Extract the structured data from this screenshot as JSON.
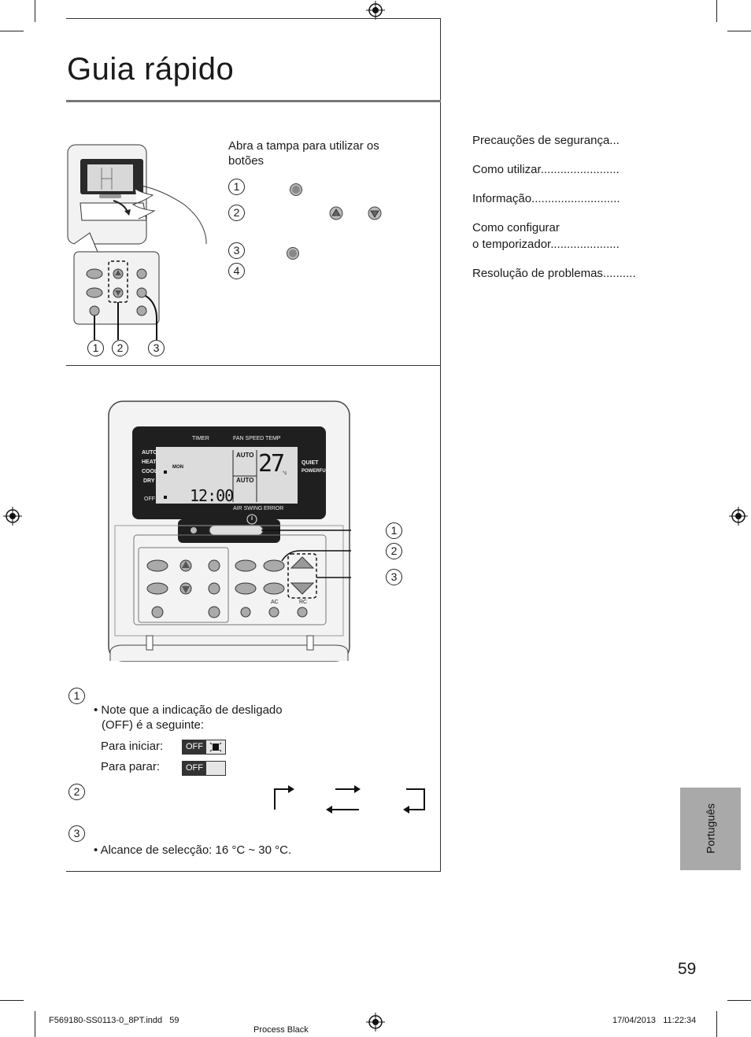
{
  "header": {
    "title": "Guia rápido"
  },
  "intro": {
    "instruction": "Abra a tampa para utilizar os botões",
    "steps": [
      "1",
      "2",
      "3",
      "4"
    ]
  },
  "small_diagram_labels": [
    "1",
    "2",
    "3"
  ],
  "toc": {
    "items": [
      "Precauções de segurança...",
      "Como utilizar........................",
      "Informação...........................",
      "Como configurar",
      "o temporizador.....................",
      "Resolução de problemas.........."
    ]
  },
  "remote": {
    "lcd": {
      "top_labels": [
        "TIMER",
        "FAN SPEED",
        "TEMP"
      ],
      "modes": [
        "AUTO",
        "HEAT",
        "COOL",
        "DRY",
        "OFF"
      ],
      "mon": "MON",
      "fan_auto_top": "AUTO",
      "fan_auto_bottom": "AUTO",
      "temp": "27",
      "temp_unit": "°c",
      "quiet": "QUIET",
      "powerful": "POWERFUL",
      "time": "12:00",
      "bottom_labels": [
        "AIR SWING",
        "ERROR"
      ]
    },
    "key_labels": [
      "AC",
      "RC"
    ],
    "callouts": [
      "1",
      "2",
      "3"
    ]
  },
  "notes": {
    "n1": "1",
    "n1_bullet_line1": "• Note que a indicação de desligado",
    "n1_bullet_line2": "(OFF) é a seguinte:",
    "start_label": "Para iniciar:",
    "stop_label": "Para parar:",
    "off_label": "OFF",
    "n2": "2",
    "n3": "3",
    "n3_bullet": "• Alcance de selecção: 16 °C ~ 30 °C."
  },
  "side_tab": {
    "language": "Português"
  },
  "page_number": "59",
  "footer": {
    "file": "F569180-SS0113-0_8PT.indd   59",
    "process": "Process Black",
    "datetime": "17/04/2013   11:22:34"
  }
}
